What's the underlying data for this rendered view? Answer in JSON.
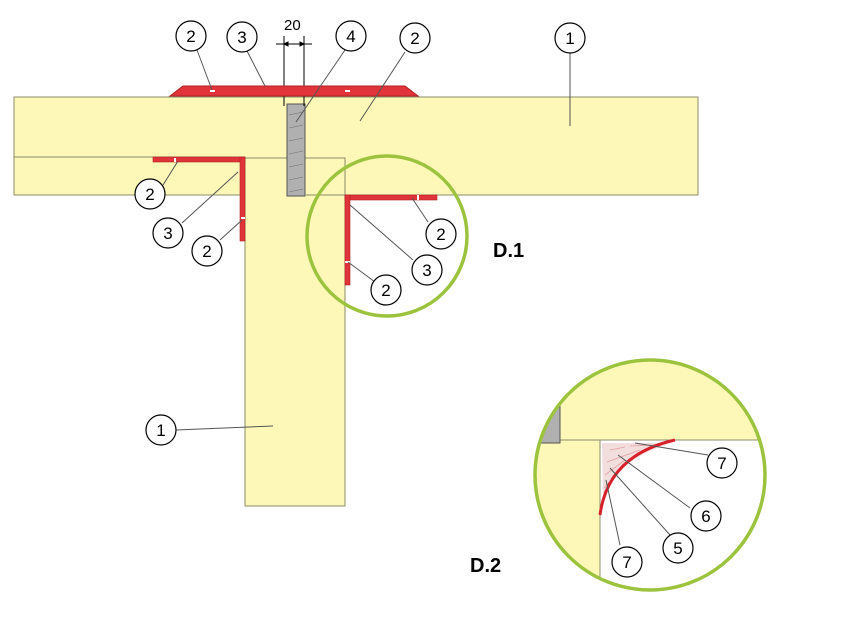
{
  "colors": {
    "panel_fill": "#fdf8b8",
    "panel_stroke": "#8c8c6a",
    "profile_red": "#e0343a",
    "detail_ring": "#9cc33e",
    "sealant_gray": "#9a9a9a",
    "leader": "#555555"
  },
  "dimension": {
    "label": "20"
  },
  "details": {
    "d1": "D.1",
    "d2": "D.2"
  },
  "callouts": [
    {
      "id": "top-2a",
      "label": "2"
    },
    {
      "id": "top-3",
      "label": "3"
    },
    {
      "id": "top-4",
      "label": "4"
    },
    {
      "id": "top-2b",
      "label": "2"
    },
    {
      "id": "top-1",
      "label": "1"
    },
    {
      "id": "left-2a",
      "label": "2"
    },
    {
      "id": "left-3",
      "label": "3"
    },
    {
      "id": "left-2b",
      "label": "2"
    },
    {
      "id": "d1-2a",
      "label": "2"
    },
    {
      "id": "d1-3",
      "label": "3"
    },
    {
      "id": "d1-2b",
      "label": "2"
    },
    {
      "id": "bottom-1",
      "label": "1"
    },
    {
      "id": "d2-7a",
      "label": "7"
    },
    {
      "id": "d2-6",
      "label": "6"
    },
    {
      "id": "d2-5",
      "label": "5"
    },
    {
      "id": "d2-7b",
      "label": "7"
    }
  ]
}
